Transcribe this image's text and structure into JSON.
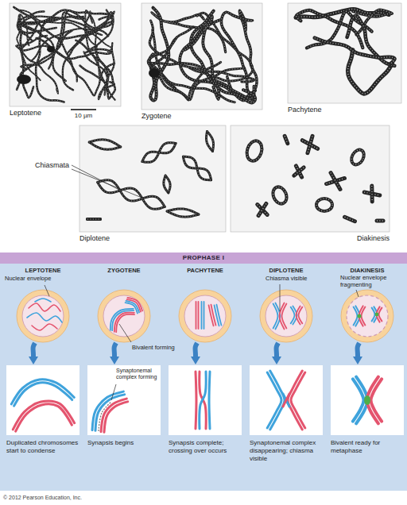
{
  "diagram": {
    "nodes": [
      {
        "text": [
          "Leptotene"
        ]
      },
      {
        "text": [
          "Zygotene"
        ]
      },
      {
        "text": [
          "Pachytene"
        ]
      },
      {
        "text": [
          "Diplotene"
        ]
      },
      {
        "text": [
          "Diakinesis"
        ]
      },
      {
        "text": [
          "PROPHASE I"
        ]
      },
      {
        "text": [
          "LEPTOTENE"
        ],
        "in": 5
      },
      {
        "text": [
          "Duplicated chromosomes start to condense"
        ],
        "in": 5
      },
      {
        "text": [
          "ZYGOTENE"
        ],
        "in": 5
      },
      {
        "text": [
          "Synapsis begins"
        ],
        "in": 5
      },
      {
        "text": [
          "PACHYTENE"
        ],
        "in": 5
      },
      {
        "text": [
          "Synapsis complete; crossing over occurs"
        ],
        "in": 5
      },
      {
        "text": [
          "DIPLOTENE"
        ],
        "in": 5
      },
      {
        "text": [
          "Synaptonemal complex disappearing; chiasma visible"
        ],
        "in": 5
      },
      {
        "text": [
          "DIAKINESIS"
        ],
        "in": 5
      },
      {
        "text": [
          "Bivalent ready for metaphase"
        ],
        "in": 5
      }
    ],
    "edges": [
      {
        "from": 6,
        "to": 7,
        "arrow": "to"
      },
      {
        "from": 8,
        "to": 9,
        "arrow": "to"
      },
      {
        "from": 10,
        "to": 11,
        "arrow": "to"
      },
      {
        "from": 12,
        "to": 13,
        "arrow": "to"
      },
      {
        "from": 14,
        "to": 15,
        "arrow": "to"
      }
    ],
    "labels": [
      "10 µm",
      "Chiasmata",
      "Nuclear envelope",
      "Bivalent forming",
      "Synaptonemal complex forming",
      "Chiasma visible",
      "Nuclear envelope fragmenting",
      "© 2012 Pearson Education, Inc."
    ]
  }
}
